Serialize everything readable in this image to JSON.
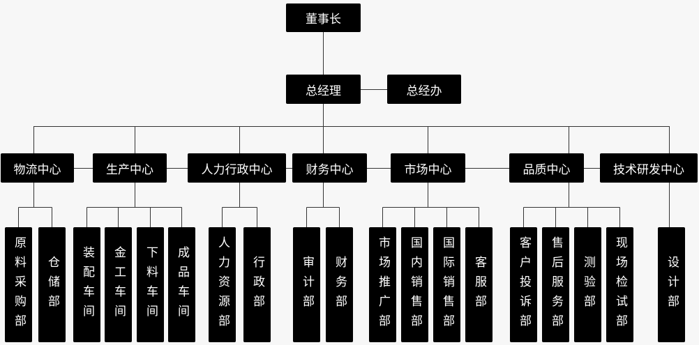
{
  "top": "董事长",
  "manager": "总经理",
  "office": "总经办",
  "centers": [
    {
      "name": "物流中心",
      "departments": [
        "原料采购部",
        "仓储部"
      ]
    },
    {
      "name": "生产中心",
      "departments": [
        "装配车间",
        "金工车间",
        "下料车间",
        "成品车间"
      ]
    },
    {
      "name": "人力行政中心",
      "departments": [
        "人力资源部",
        "行政部"
      ]
    },
    {
      "name": "财务中心",
      "departments": [
        "审计部",
        "财务部"
      ]
    },
    {
      "name": "市场中心",
      "departments": [
        "市场推广部",
        "国内销售部",
        "国际销售部",
        "客服部"
      ]
    },
    {
      "name": "品质中心",
      "departments": [
        "客户投诉部",
        "售后服务部",
        "测验部",
        "现场检试部"
      ]
    },
    {
      "name": "技术研发中心",
      "departments": [
        "设计部"
      ]
    }
  ]
}
